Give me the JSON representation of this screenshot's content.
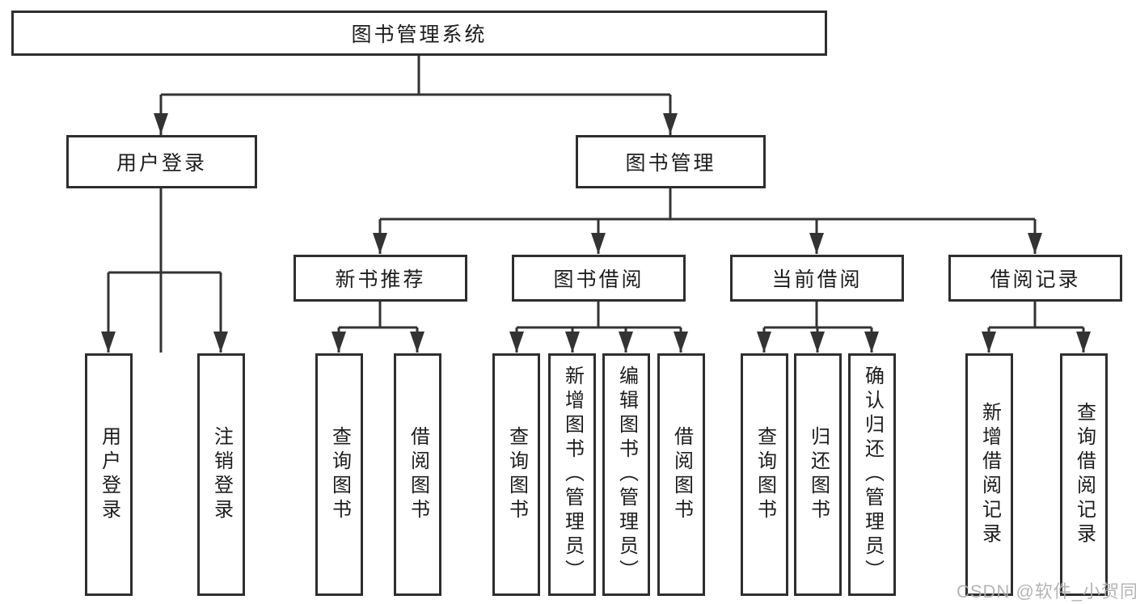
{
  "tree": {
    "root": "图书管理系统",
    "branches": [
      {
        "label": "用户登录",
        "children": [
          "用户登录",
          "注销登录"
        ]
      },
      {
        "label": "图书管理",
        "groups": [
          {
            "label": "新书推荐",
            "children": [
              "查询图书",
              "借阅图书"
            ]
          },
          {
            "label": "图书借阅",
            "children": [
              "查询图书",
              "新增图书（管理员）",
              "编辑图书（管理员）",
              "借阅图书"
            ]
          },
          {
            "label": "当前借阅",
            "children": [
              "查询图书",
              "归还图书",
              "确认归还（管理员）"
            ]
          },
          {
            "label": "借阅记录",
            "children": [
              "新增借阅记录",
              "查询借阅记录"
            ]
          }
        ]
      }
    ]
  },
  "watermark": {
    "text": "CSDN @软件_小贺同学"
  },
  "colors": {
    "line": "#333333",
    "border": "#2e2e2e",
    "text": "#1c1c1c",
    "watermark": "#aeaeae"
  }
}
